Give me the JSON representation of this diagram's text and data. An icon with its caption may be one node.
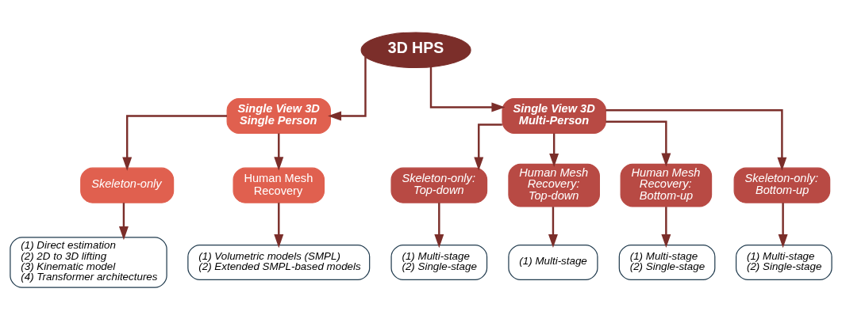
{
  "diagram": {
    "nodes": [
      {
        "text": [
          "3D HPS"
        ]
      },
      {
        "text": [
          "Single View 3D Single Person"
        ]
      },
      {
        "text": [
          "Single View 3D Multi-Person"
        ]
      },
      {
        "text": [
          "Skeleton-only"
        ]
      },
      {
        "text": [
          "Human Mesh Recovery"
        ]
      },
      {
        "text": [
          "(1) Direct estimation",
          "(2) 2D to 3D lifting",
          "(3) Kinematic model",
          "(4) Transformer architectures"
        ]
      },
      {
        "text": [
          "(1) Volumetric models (SMPL)",
          "(2) Extended SMPL-based models"
        ]
      },
      {
        "text": [
          "Skeleton-only: Top-down"
        ]
      },
      {
        "text": [
          "Human Mesh Recovery: Top-down"
        ]
      },
      {
        "text": [
          "Human Mesh Recovery: Bottom-up"
        ]
      },
      {
        "text": [
          "Skeleton-only: Bottom-up"
        ]
      },
      {
        "text": [
          "(1) Multi-stage",
          "(2) Single-stage"
        ]
      },
      {
        "text": [
          "(1) Multi-stage"
        ]
      },
      {
        "text": [
          "(1) Multi-stage",
          "(2) Single-stage"
        ]
      },
      {
        "text": [
          "(1) Multi-stage",
          "(2) Single-stage"
        ]
      }
    ],
    "edges": [
      {
        "from": 0,
        "to": 1,
        "arrow": "to"
      },
      {
        "from": 0,
        "to": 2,
        "arrow": "to"
      },
      {
        "from": 1,
        "to": 3,
        "arrow": "to"
      },
      {
        "from": 1,
        "to": 4,
        "arrow": "to"
      },
      {
        "from": 3,
        "to": 5,
        "arrow": "to"
      },
      {
        "from": 4,
        "to": 6,
        "arrow": "to"
      },
      {
        "from": 2,
        "to": 7,
        "arrow": "to"
      },
      {
        "from": 2,
        "to": 8,
        "arrow": "to"
      },
      {
        "from": 2,
        "to": 9,
        "arrow": "to"
      },
      {
        "from": 2,
        "to": 10,
        "arrow": "to"
      },
      {
        "from": 7,
        "to": 11,
        "arrow": "to"
      },
      {
        "from": 8,
        "to": 12,
        "arrow": "to"
      },
      {
        "from": 9,
        "to": 13,
        "arrow": "to"
      },
      {
        "from": 10,
        "to": 14,
        "arrow": "to"
      }
    ]
  }
}
